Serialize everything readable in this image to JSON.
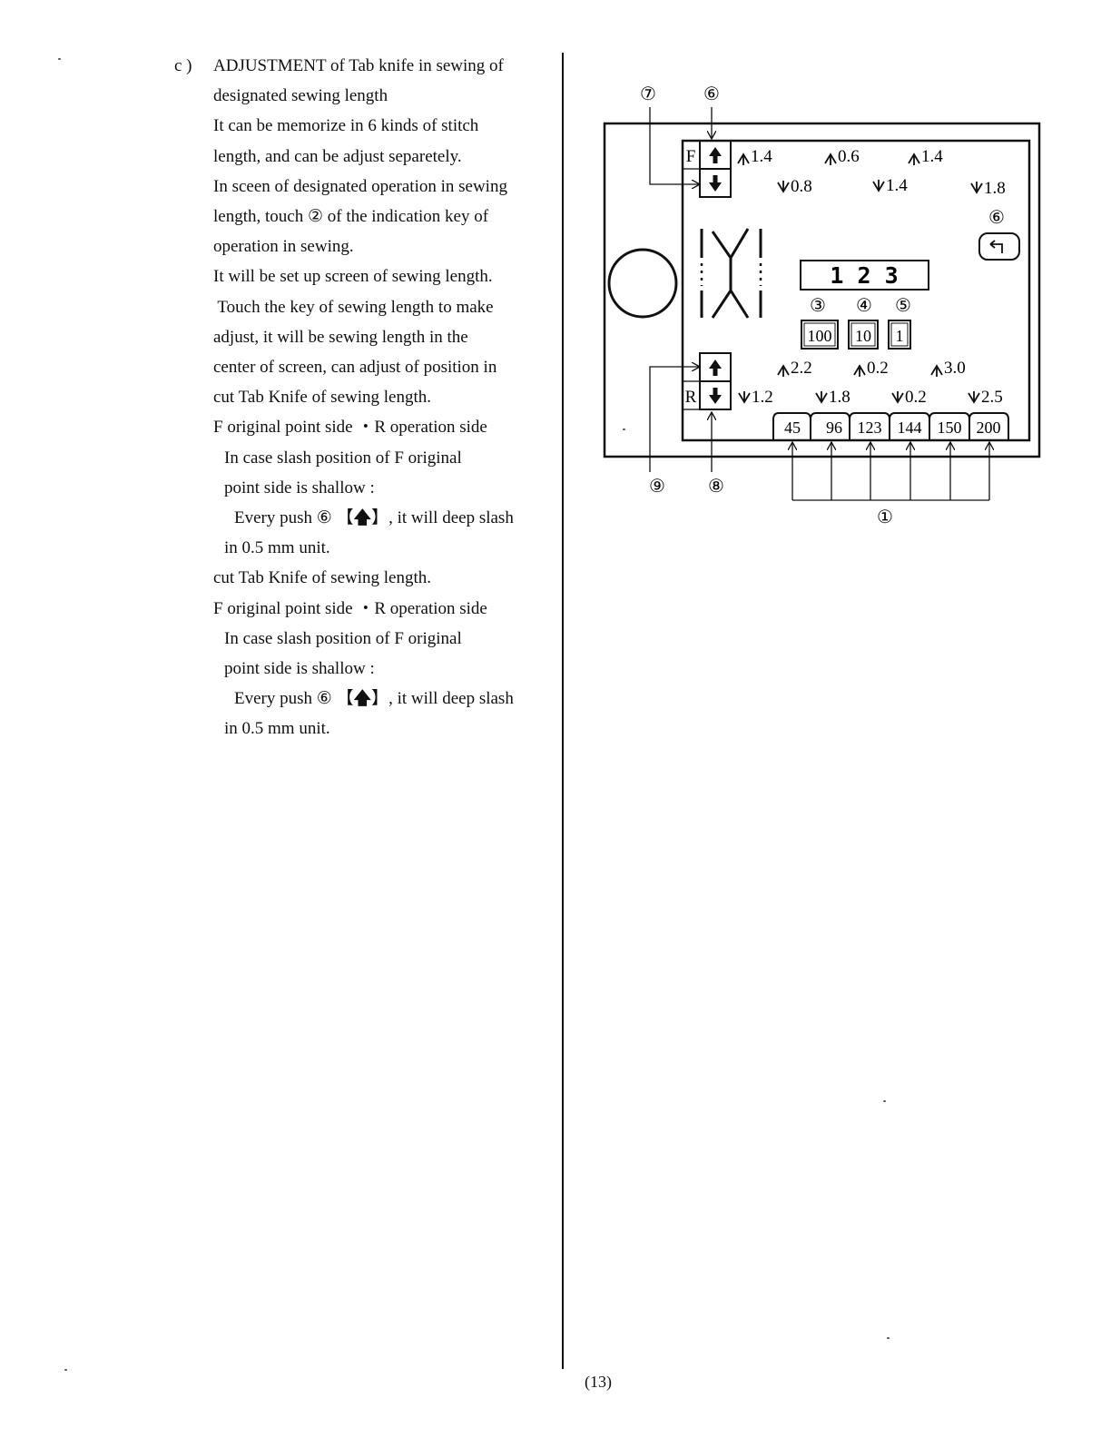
{
  "section": {
    "marker": "c )",
    "title_line1": "ADJUSTMENT of Tab knife in sewing of",
    "title_line2": "designated sewing length",
    "para": [
      "It can be memorize in 6 kinds of stitch",
      "length, and can be adjust separetely.",
      "In sceen of designated operation in sewing",
      "length, touch ② of the indication key of",
      "operation in sewing.",
      "It will  be set up screen of sewing length.",
      " Touch the key of sewing length to make",
      "adjust, it will be sewing length in the",
      "center of screen, can adjust of  position in",
      "cut Tab Knife of sewing length.",
      "F original point side ・R  operation side"
    ],
    "case1": [
      "In case slash position of  F original",
      "point side is shallow :"
    ],
    "push1": [
      "Every push  ⑥ 【",
      "】, it will deep slash"
    ],
    "unit1": "in 0.5 mm unit.",
    "repeat": [
      "cut Tab Knife of sewing length.",
      "F original point side ・R  operation side"
    ],
    "case2": [
      "In case slash position of  F original",
      "point side is shallow :"
    ],
    "push2": [
      "Every push  ⑥ 【",
      "】, it will deep slash"
    ],
    "unit2": "in 0.5 mm unit."
  },
  "diagram": {
    "callouts": {
      "c7_top": "⑦",
      "c6_top": "⑥",
      "c6_right": "⑥",
      "c3": "③",
      "c4": "④",
      "c5": "⑤",
      "c9": "⑨",
      "c8": "⑧",
      "c1": "①"
    },
    "f_label": "F",
    "r_label": "R",
    "f_up_values": [
      "1.4",
      "0.6",
      "1.4"
    ],
    "f_down_values": [
      "0.8",
      "1.4",
      "1.8"
    ],
    "r_up_values": [
      "2.2",
      "0.2",
      "3.0"
    ],
    "r_down_values": [
      "1.2",
      "1.8",
      "0.2",
      "2.5"
    ],
    "display_digits": "1 2 3",
    "digit_boxes": [
      "100",
      "10",
      "1"
    ],
    "length_keys": [
      "45",
      "96",
      "123",
      "144",
      "150",
      "200"
    ]
  },
  "footer": {
    "page_number": "(13)"
  }
}
